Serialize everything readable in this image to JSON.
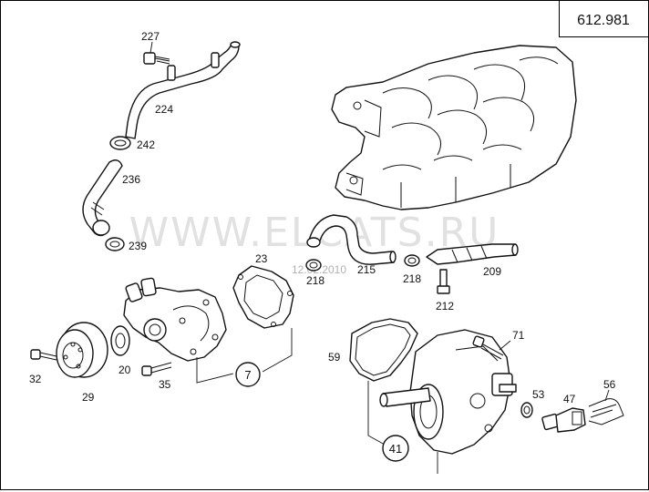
{
  "reference_number": "612.981",
  "watermark": "WWW.ELCATS.RU",
  "date_stamp": "12.02.2010",
  "part_labels": {
    "p227": "227",
    "p224": "224",
    "p242": "242",
    "p236": "236",
    "p239": "239",
    "p23": "23",
    "p7": "7",
    "p29": "29",
    "p32": "32",
    "p20": "20",
    "p35": "35",
    "p218a": "218",
    "p215": "215",
    "p218b": "218",
    "p212": "212",
    "p209": "209",
    "p59": "59",
    "p71": "71",
    "p41": "41",
    "p53": "53",
    "p47": "47",
    "p56": "56"
  }
}
